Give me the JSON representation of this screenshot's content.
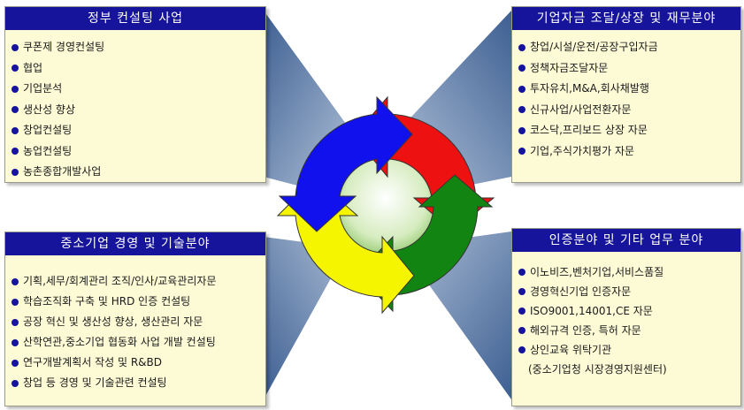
{
  "colors": {
    "header_bg": "#16149a",
    "box_bg": "#fdfbd6",
    "arrow_red": "#ee1111",
    "arrow_green": "#128412",
    "arrow_yellow": "#f6f500",
    "arrow_blue": "#1111ee",
    "center": "#6fbf40"
  },
  "top_left": {
    "title": "정부 컨설팅 사업",
    "items": [
      "쿠폰제 경영컨설팅",
      "협업",
      "기업분석",
      "생산성 향상",
      "창업컨설팅",
      "농업컨설팅",
      "농촌종합개발사업"
    ]
  },
  "top_right": {
    "title": "기업자금 조달/상장 및 재무분야",
    "items": [
      "창업/시설/운전/공장구입자금",
      "정책자금조달자문",
      "투자유치,M&A,회사채발행",
      "신규사업/사업전환자문",
      "코스닥,프리보드 상장 자문",
      "기업,주식가치평가 자문"
    ]
  },
  "bottom_left": {
    "title": "중소기업 경영 및 기술분야",
    "items": [
      "기획,세무/회계관리 조직/인사/교육관리자문",
      "학습조직화 구축 및 HRD 인증 컨설팅",
      "공장 혁신 및 생산성 향상, 생산관리 자문",
      "산학연관,중소기업 협동화 사업 개발 컨설팅",
      "연구개발계획서 작성 및 R&BD",
      "창업 등 경영 및 기술관련 컨설팅"
    ]
  },
  "bottom_right": {
    "title": "인증분야 및 기타 업무 분야",
    "items": [
      "이노비즈,벤처기업,서비스품질",
      "경영혁신기업 인증자문",
      "ISO9001,14001,CE 자문",
      "해외규격 인증, 특허 자문",
      "상인교육 위탁기관"
    ],
    "continuation": "(중소기업청 시장경영지원센터)"
  }
}
